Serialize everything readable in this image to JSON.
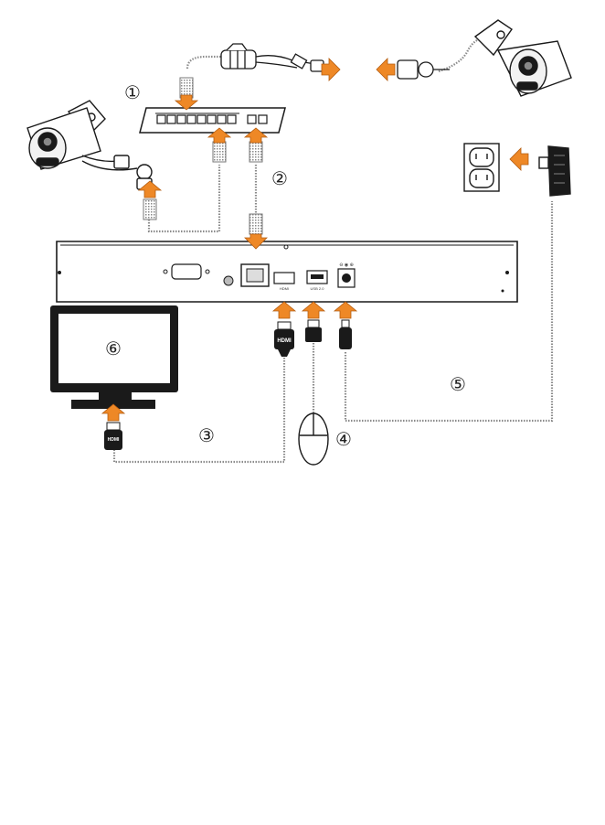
{
  "colors": {
    "arrow": "#ee8826",
    "cable": "#8a8a8a",
    "device_outline": "#1a1a1a",
    "plug_gray": "#777777"
  },
  "steps": [
    "①",
    "②",
    "③",
    "④",
    "⑤",
    "⑥"
  ],
  "nvr": {
    "hdmi_label": "HDMI",
    "usb_label": "USB 2.0",
    "power_symbol": "⊖ ◉ ⊕"
  },
  "plugs": {
    "hdmi_label": "HDMI"
  },
  "icons": {
    "top_right_camera": "bullet-camera-icon",
    "left_camera": "bullet-camera-icon",
    "poe_switch": "network-switch-icon",
    "outlet": "wall-outlet-icon",
    "power_adapter": "power-adapter-icon",
    "monitor": "monitor-icon",
    "mouse": "mouse-icon",
    "nvr": "nvr-recorder-icon"
  }
}
